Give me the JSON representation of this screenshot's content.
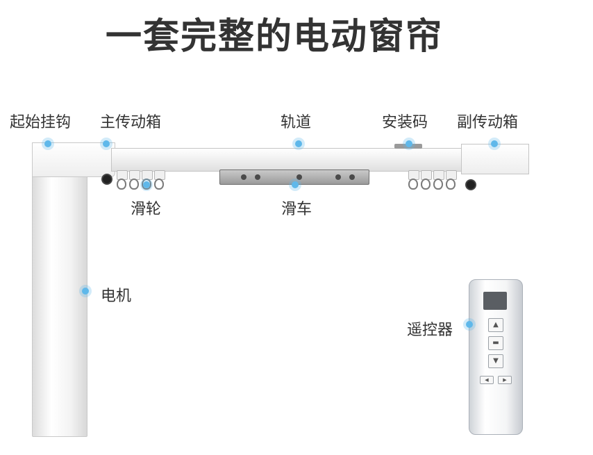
{
  "title": "一套完整的电动窗帘",
  "labels": {
    "start_hook": "起始挂钩",
    "main_gearbox": "主传动箱",
    "track": "轨道",
    "mounting_code": "安装码",
    "secondary_gearbox": "副传动箱",
    "pulley": "滑轮",
    "carriage": "滑车",
    "motor": "电机",
    "remote": "遥控器"
  },
  "remote_buttons": {
    "up": "▲",
    "stop": "▬",
    "down": "▼",
    "left": "◀",
    "right": "▶"
  },
  "colors": {
    "marker": "#5fb8ea",
    "text": "#333333"
  }
}
